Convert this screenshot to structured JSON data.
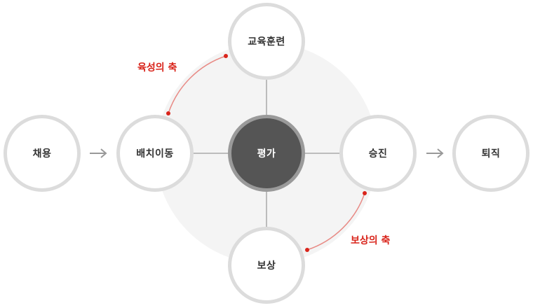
{
  "nodes": {
    "center": "평가",
    "top": "교육훈련",
    "left": "배치이동",
    "right": "승진",
    "bottom": "보상",
    "far_left": "채용",
    "far_right": "퇴직"
  },
  "axes": {
    "nurture": "육성의 축",
    "compensation": "보상의 축"
  },
  "colors": {
    "accent": "#d9241b",
    "node_border": "#dcdcdc",
    "center_fill": "#555555",
    "halo": "#f4f4f4",
    "connector": "#aaaaaa"
  }
}
